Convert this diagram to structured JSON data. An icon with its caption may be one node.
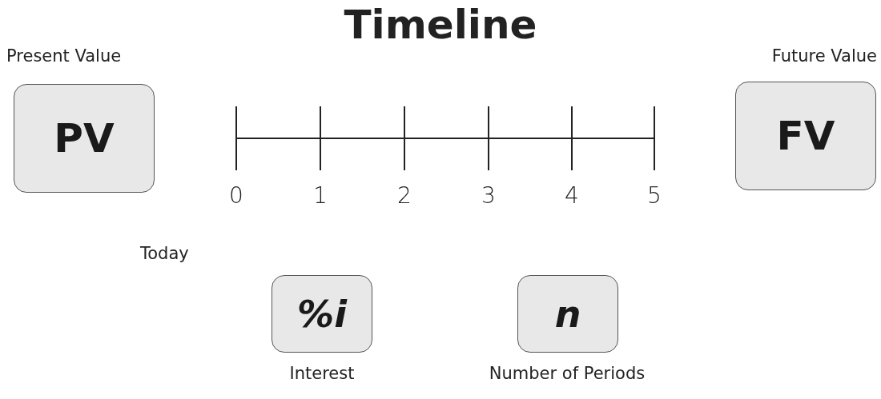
{
  "diagram": {
    "title": "Timeline",
    "nodes": [
      {
        "text": [
          "PV"
        ],
        "beside": [
          "Present Value"
        ]
      },
      {
        "text": [
          "FV"
        ],
        "beside": [
          "Future Value"
        ]
      },
      {
        "text": [
          "%i"
        ],
        "beside": [
          "Interest"
        ]
      },
      {
        "text": [
          "n"
        ],
        "beside": [
          "Number of Periods"
        ]
      }
    ],
    "labels": [
      "0",
      "1",
      "2",
      "3",
      "4",
      "5",
      "Today"
    ]
  }
}
